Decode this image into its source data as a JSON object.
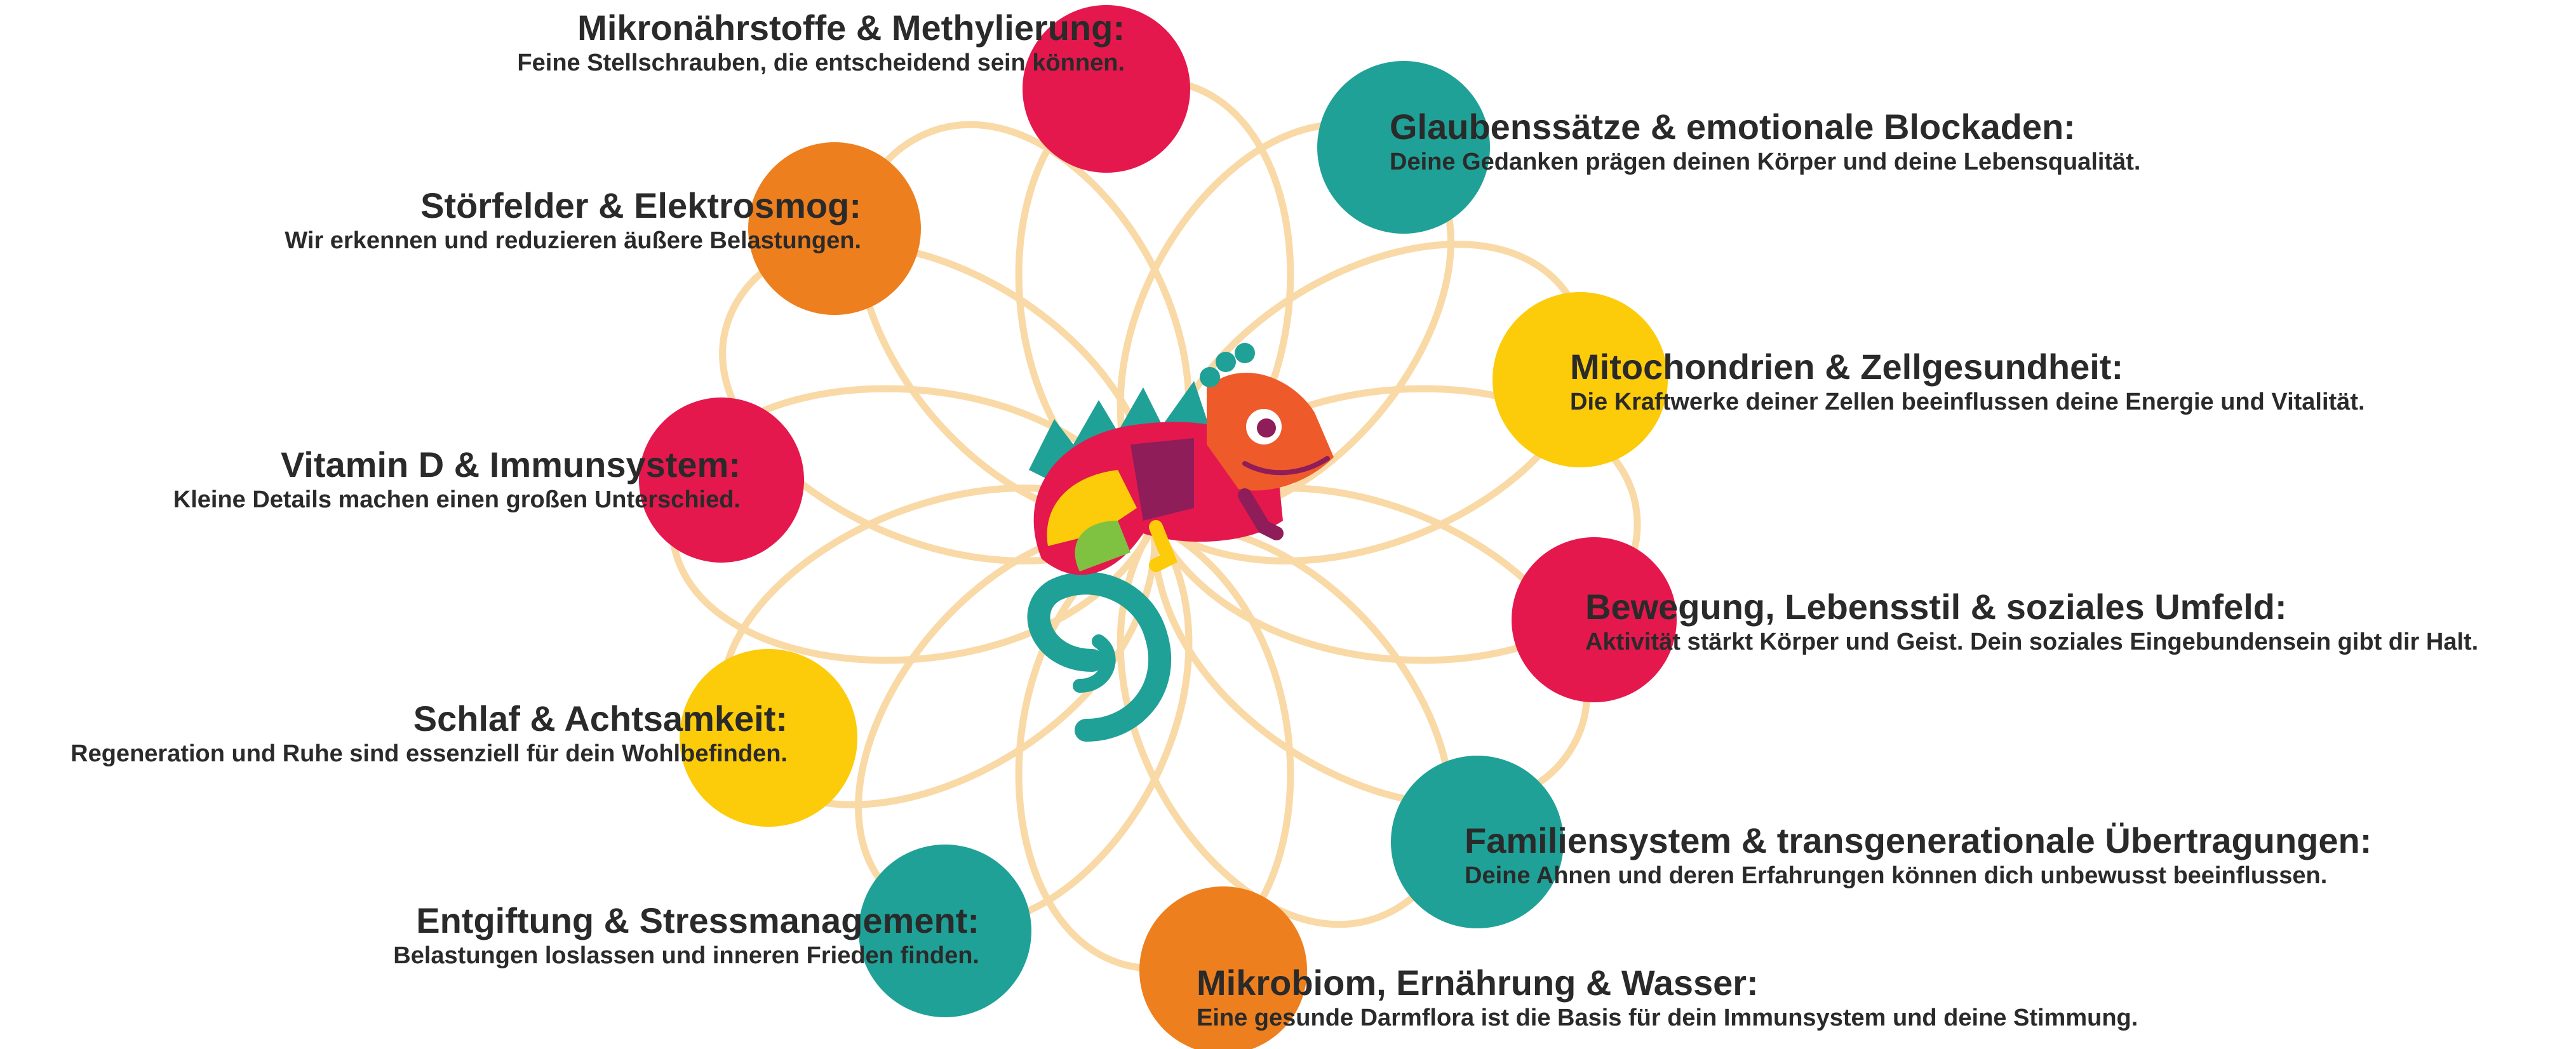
{
  "colors": {
    "loop": "#f9d9a6",
    "red": "#e4184d",
    "teal": "#1fa197",
    "orange": "#ee7f1e",
    "yellow": "#fccb0a",
    "text": "#2a2a2a"
  },
  "icon": "chameleon-icon",
  "nodes": [
    {
      "key": "mikronaehrstoffe",
      "color": "red",
      "title": "Mikronährstoffe & Methylierung:",
      "desc": "Feine Stellschrauben, die entscheidend sein können."
    },
    {
      "key": "glaubenssaetze",
      "color": "teal",
      "title": "Glaubenssätze & emotionale Blockaden:",
      "desc": "Deine Gedanken prägen deinen Körper und deine Lebensqualität."
    },
    {
      "key": "stoerfelder",
      "color": "orange",
      "title": "Störfelder & Elektrosmog:",
      "desc": "Wir erkennen und reduzieren äußere Belastungen."
    },
    {
      "key": "mitochondrien",
      "color": "yellow",
      "title": "Mitochondrien & Zellgesundheit:",
      "desc": "Die Kraftwerke deiner Zellen beeinflussen deine Energie und Vitalität."
    },
    {
      "key": "vitamin-d",
      "color": "red",
      "title": "Vitamin D & Immunsystem:",
      "desc": "Kleine Details machen einen großen Unterschied."
    },
    {
      "key": "bewegung",
      "color": "red",
      "title": "Bewegung, Lebensstil & soziales Umfeld:",
      "desc": "Aktivität stärkt Körper und Geist. Dein soziales Eingebundensein gibt dir Halt."
    },
    {
      "key": "schlaf",
      "color": "yellow",
      "title": "Schlaf & Achtsamkeit:",
      "desc": "Regeneration und Ruhe sind essenziell für dein Wohlbefinden."
    },
    {
      "key": "familiensystem",
      "color": "teal",
      "title": "Familiensystem & transgenerationale Übertragungen:",
      "desc": "Deine Ahnen und deren Erfahrungen können dich unbewusst beeinflussen."
    },
    {
      "key": "entgiftung",
      "color": "teal",
      "title": "Entgiftung & Stressmanagement:",
      "desc": "Belastungen loslassen und inneren Frieden finden."
    },
    {
      "key": "mikrobiom",
      "color": "orange",
      "title": "Mikrobiom, Ernährung & Wasser:",
      "desc": "Eine gesunde Darmflora ist die Basis für dein Immunsystem und deine Stimmung."
    }
  ]
}
